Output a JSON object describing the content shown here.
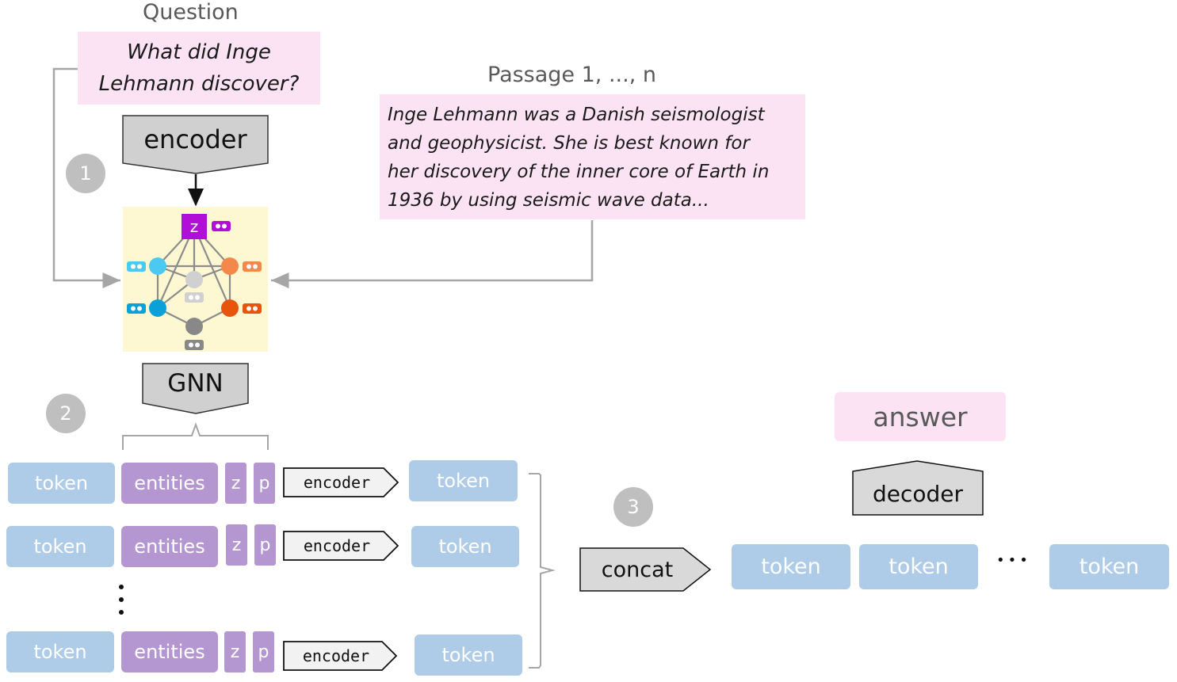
{
  "question": {
    "heading": "Question",
    "text": "What did Inge Lehmann discover?"
  },
  "passage": {
    "heading": "Passage 1, ..., n",
    "lines": [
      "Inge Lehmann was a Danish seismologist",
      "and geophysicist. She is best known for",
      "her discovery of the inner core of Earth in",
      "1936 by using seismic wave data..."
    ]
  },
  "steps": {
    "one": "1",
    "two": "2",
    "three": "3"
  },
  "encoder_top": "encoder",
  "gnn": "GNN",
  "graph": {
    "z_node": "z"
  },
  "rows": [
    {
      "token_left": "token",
      "entities": "entities",
      "z": "z",
      "p": "p",
      "encoder": "encoder",
      "token_right": "token"
    },
    {
      "token_left": "token",
      "entities": "entities",
      "z": "z",
      "p": "p",
      "encoder": "encoder",
      "token_right": "token"
    },
    {
      "token_left": "token",
      "entities": "entities",
      "z": "z",
      "p": "p",
      "encoder": "encoder",
      "token_right": "token"
    }
  ],
  "concat": "concat",
  "decoder": "decoder",
  "answer": "answer",
  "output_tokens": [
    "token",
    "token",
    "token"
  ],
  "ellipsis": "•••",
  "colors": {
    "pink": "#fbe3f3",
    "token_blue": "#aecbe8",
    "entity_purple": "#b497d0",
    "graph_bg": "#fef8d2",
    "z_node": "#b10ed8",
    "cyan_light": "#4cc9f0",
    "cyan_dark": "#0aa0d8",
    "orange_light": "#f4884a",
    "orange_dark": "#e8540e",
    "gray_node": "#888888"
  }
}
